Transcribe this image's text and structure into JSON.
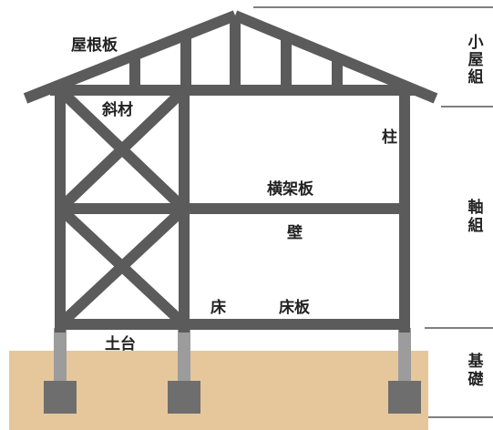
{
  "colors": {
    "frame": "#5b5b5b",
    "ground": "#e6c79c",
    "pier": "#9c9c9c",
    "footing": "#6e6e6e",
    "rule": "#333333",
    "text": "#222222"
  },
  "labels": {
    "roof_board": "屋根板",
    "brace": "斜材",
    "column": "柱",
    "beam_board": "横架板",
    "wall": "壁",
    "floor": "床",
    "floor_board": "床板",
    "sill": "土台"
  },
  "sections": [
    {
      "id": "roof-truss",
      "chars": [
        "小",
        "屋",
        "組"
      ]
    },
    {
      "id": "frame",
      "chars": [
        "軸",
        "組"
      ]
    },
    {
      "id": "foundation",
      "chars": [
        "基",
        "礎"
      ]
    }
  ]
}
